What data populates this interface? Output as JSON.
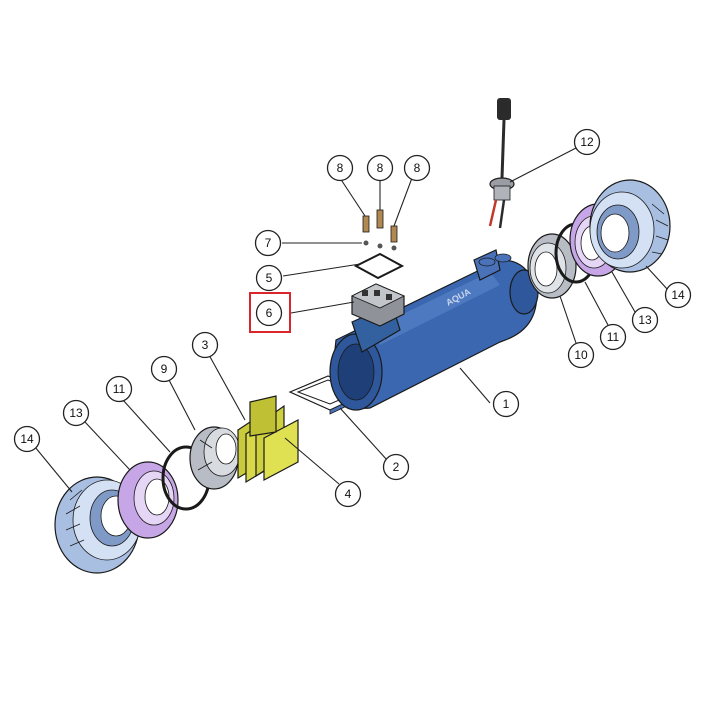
{
  "callouts": {
    "c1": "1",
    "c2": "2",
    "c3": "3",
    "c4": "4",
    "c5": "5",
    "c6": "6",
    "c7": "7",
    "c8a": "8",
    "c8b": "8",
    "c8c": "8",
    "c9": "9",
    "c10": "10",
    "c11l": "11",
    "c11r": "11",
    "c12": "12",
    "c13l": "13",
    "c13r": "13",
    "c14l": "14",
    "c14r": "14"
  },
  "body_logo": "AQUA",
  "highlight": {
    "item": "6",
    "color": "#d9262c"
  },
  "colors": {
    "body_blue": "#3a67b0",
    "plate_yellow": "#d7d84a",
    "ring_purple": "#c6a6e6",
    "nut_lightblue": "#b9cbe8",
    "grey_part": "#b8bcc4"
  }
}
